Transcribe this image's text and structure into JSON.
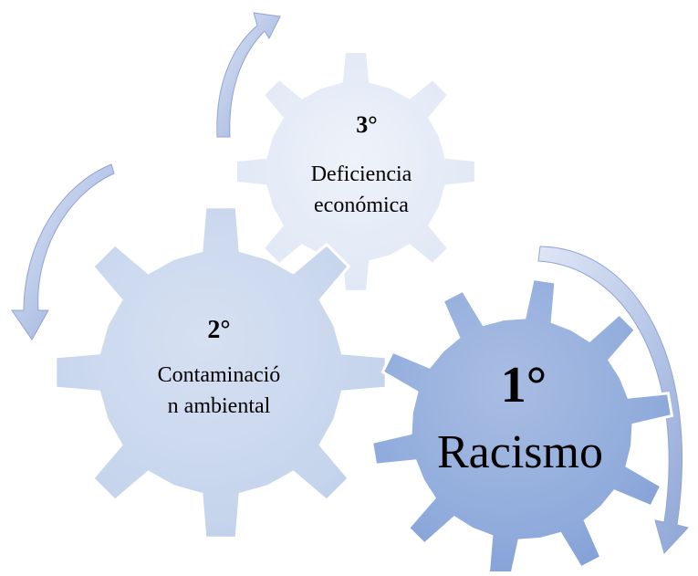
{
  "gears": [
    {
      "id": "gear-1",
      "number": "1°",
      "label_lines": [
        "Racismo"
      ]
    },
    {
      "id": "gear-2",
      "number": "2°",
      "label_lines": [
        "Contaminació",
        "n ambiental"
      ]
    },
    {
      "id": "gear-3",
      "number": "3°",
      "label_lines": [
        "Deficiencia",
        "económica"
      ]
    }
  ],
  "colors": {
    "gear_1_fill": "#8eaadb",
    "gear_2_fill": "#c5d4ec",
    "gear_3_fill": "#dfe7f4",
    "gear_stroke": "#ffffff",
    "arrow_fill": "#b7c6e6",
    "arrow_edge": "#7f95c9"
  }
}
